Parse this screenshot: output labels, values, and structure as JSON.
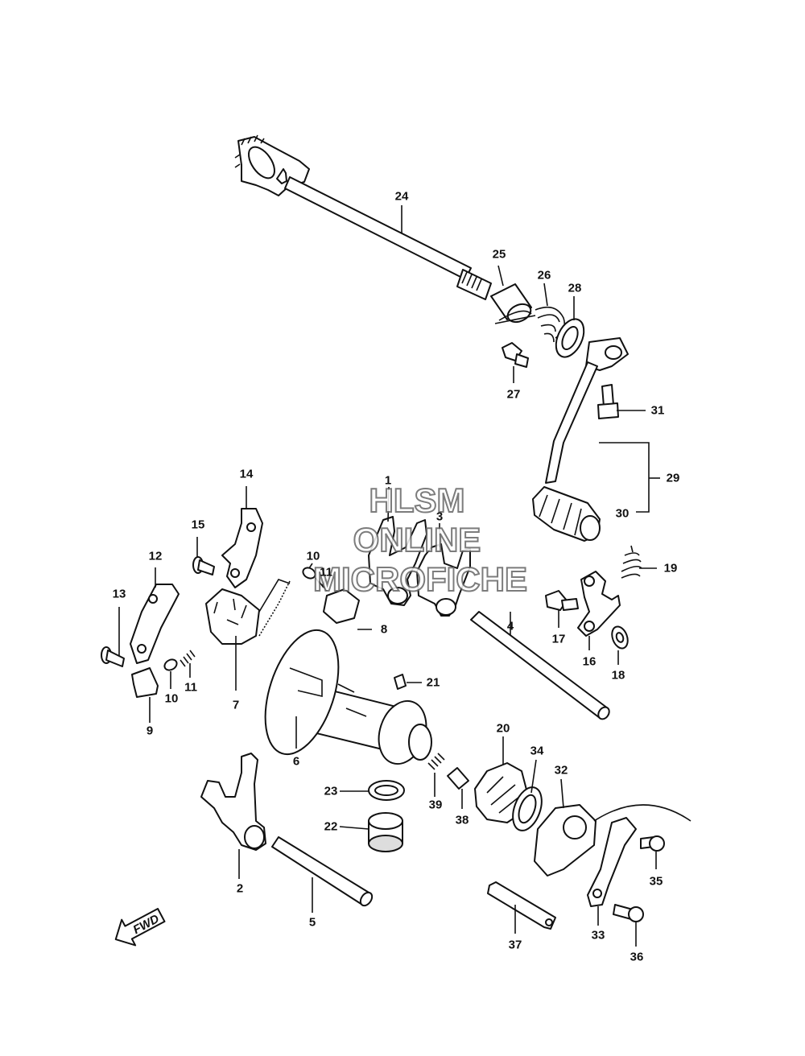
{
  "watermark": {
    "line1": "HLSM",
    "line2": "ONLINE",
    "line3": "MICROFICHE"
  },
  "direction_arrow": {
    "label": "FWD",
    "icon": "arrow-left-down-icon"
  },
  "callouts": [
    "1",
    "2",
    "3",
    "4",
    "5",
    "6",
    "7",
    "8",
    "9",
    "10",
    "10",
    "11",
    "11",
    "12",
    "13",
    "14",
    "15",
    "16",
    "17",
    "18",
    "19",
    "20",
    "21",
    "22",
    "23",
    "24",
    "25",
    "26",
    "27",
    "28",
    "29",
    "30",
    "31",
    "32",
    "33",
    "34",
    "35",
    "36",
    "37",
    "38",
    "39"
  ],
  "colors": {
    "line": "#111111",
    "background": "#ffffff",
    "watermark": "#666666"
  }
}
